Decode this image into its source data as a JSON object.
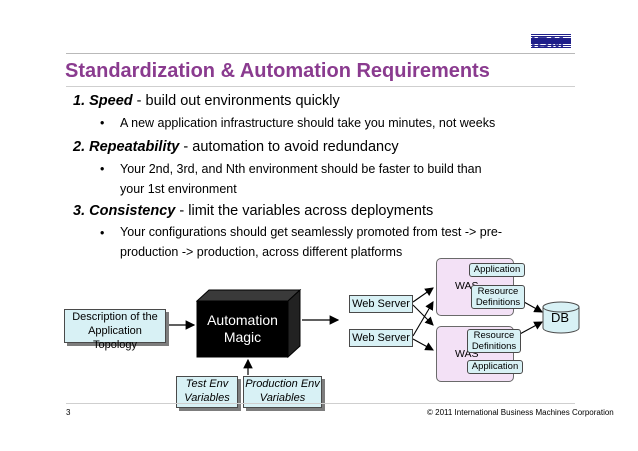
{
  "header": {
    "logo_text": "IBM",
    "title": "Standardization & Automation Requirements"
  },
  "points": [
    {
      "number": "1.",
      "keyword": "Speed",
      "rest": " - build out environments quickly",
      "bullets": [
        "A new application infrastructure should take you minutes, not weeks"
      ]
    },
    {
      "number": "2.",
      "keyword": "Repeatability",
      "rest": " - automation to avoid redundancy",
      "bullets": [
        "Your 2nd, 3rd, and Nth environment should be faster to build than your 1st environment"
      ]
    },
    {
      "number": "3.",
      "keyword": "Consistency",
      "rest": " - limit the variables across deployments",
      "bullets": [
        "Your configurations should get seamlessly promoted from test -> pre-production -> production, across different platforms"
      ]
    }
  ],
  "bullet_char": "•",
  "diagram": {
    "topology": "Description of the Application Topology",
    "magic": "Automation Magic",
    "test_env": "Test Env Variables",
    "prod_env": "Production Env Variables",
    "web_server_1": "Web Server",
    "web_server_2": "Web Server",
    "was_1": "WAS",
    "was_2": "WAS",
    "application_1": "Application",
    "resource_defs_1": "Resource Definitions",
    "resource_defs_2": "Resource Definitions",
    "application_2": "Application",
    "db": "DB"
  },
  "footer": {
    "page_number": "3",
    "copyright": "© 2011 International Business Machines Corporation"
  }
}
